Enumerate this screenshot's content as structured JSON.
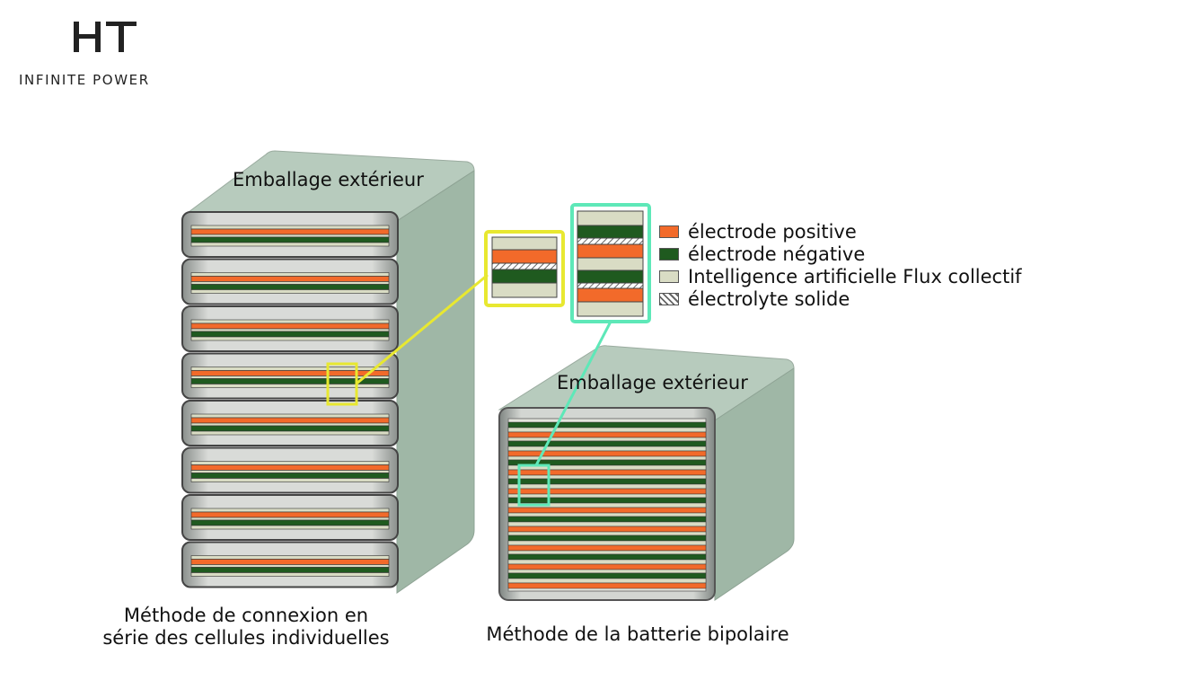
{
  "brand": {
    "mark": "HT",
    "tagline": "INFINITE POWER"
  },
  "left_stack": {
    "label": "Emballage extérieur",
    "caption_line1": "Méthode de connexion en",
    "caption_line2": "série des cellules individuelles",
    "cell_count": 8
  },
  "right_block": {
    "label": "Emballage extérieur",
    "caption": "Méthode de la batterie bipolaire"
  },
  "legend": [
    {
      "text": "électrode positive",
      "color": "#f26a2a",
      "pattern": "solid"
    },
    {
      "text": "électrode négative",
      "color": "#1f5a1f",
      "pattern": "solid"
    },
    {
      "text": "Intelligence artificielle Flux collectif",
      "color": "#d9dcc4",
      "pattern": "solid"
    },
    {
      "text": "électrolyte solide",
      "color": "#ffffff",
      "pattern": "hatch"
    }
  ],
  "colors": {
    "positive": "#f26a2a",
    "negative": "#1f5a1f",
    "collector": "#d9dcc4",
    "casing_top": "#b7cbbd",
    "casing_side": "#9fb7a6",
    "highlight_yellow": "#e8e830",
    "highlight_cyan": "#5ee8b8"
  }
}
